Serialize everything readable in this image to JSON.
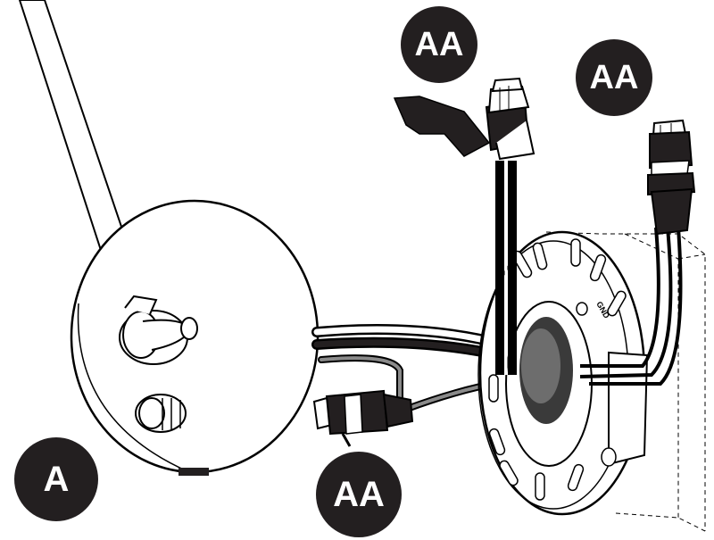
{
  "callouts": {
    "wire_connector_top": "AA",
    "wire_connector_right": "AA",
    "wire_connector_bottom": "AA",
    "fixture_part": "A"
  },
  "mounting_plate": {
    "ground_label": "GND"
  },
  "colors": {
    "callout_fill": "#231f20",
    "callout_text": "#ffffff",
    "line": "#000000",
    "ground_wire": "#8a8a8a"
  }
}
